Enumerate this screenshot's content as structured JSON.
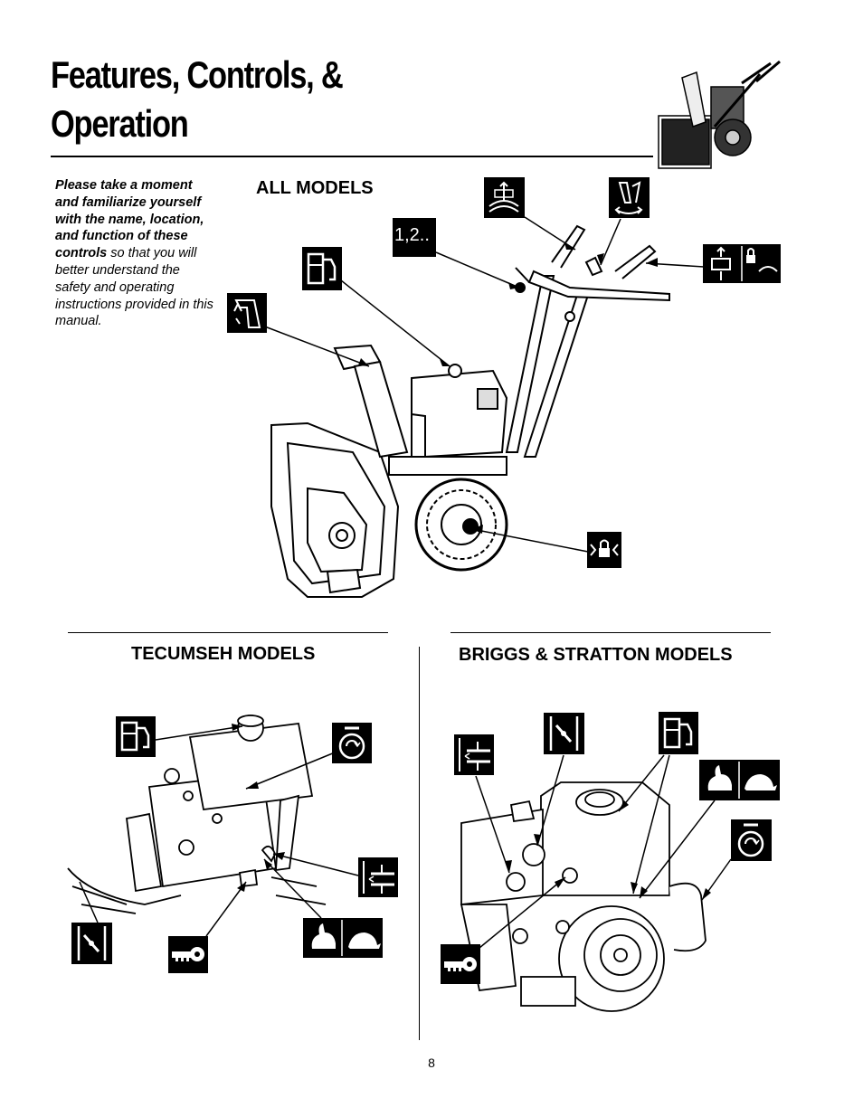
{
  "page": {
    "title_line1": "Features, Controls, &",
    "title_line2": "Operation",
    "intro_bold": "Please take a moment and familiarize yourself with the name, location, and function of these controls",
    "intro_rest": " so that you will better understand the safety and operating instructions provided in this manual.",
    "section_all": "ALL MODELS",
    "section_tecumseh": "TECUMSEH MODELS",
    "section_briggs": "BRIGGS & STRATTON MODELS",
    "speed_label": "1,2..",
    "page_number": "8"
  },
  "icons": [
    "fuel-icon",
    "chute-deflector-icon",
    "speed-select-icon",
    "auger-drive-icon",
    "chute-rotation-icon",
    "drive-auger-lock-icon",
    "wheel-lock-icon",
    "choke-icon",
    "primer-icon",
    "throttle-fast-slow-icon",
    "recoil-start-icon",
    "ignition-key-icon",
    "stop-switch-icon"
  ]
}
